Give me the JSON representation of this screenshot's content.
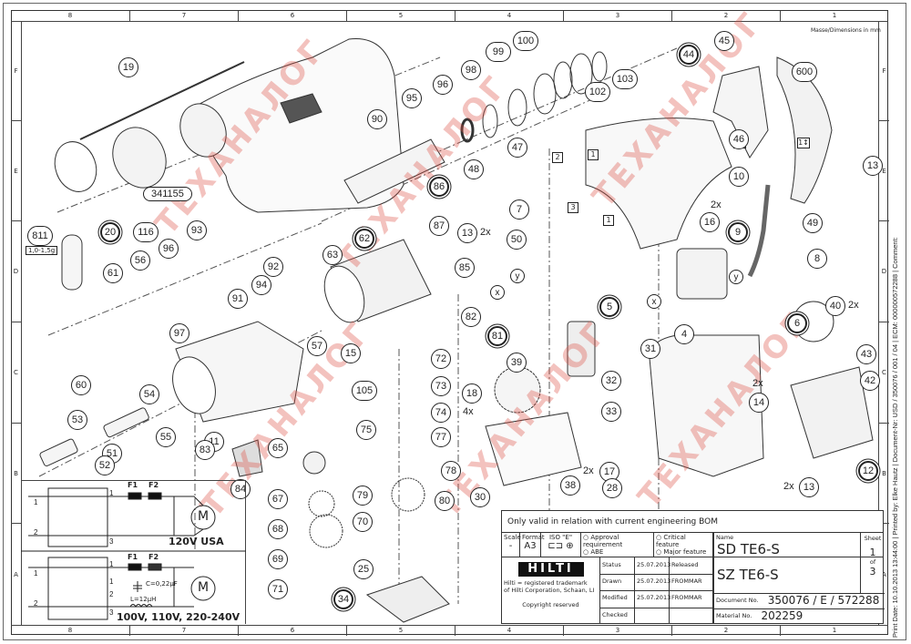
{
  "sheet": {
    "dimensions_note": "Masse/Dimensions in mm",
    "columns": [
      "8",
      "7",
      "6",
      "5",
      "4",
      "3",
      "2",
      "1"
    ],
    "rows": [
      "F",
      "E",
      "D",
      "C",
      "B",
      "A"
    ],
    "validity_note": "Only valid in relation with current engineering BOM",
    "print_info": "Print Date: 10.10.2013 13:44:00 | Printed by: Elke Hautz | Document-Nr: USD / 350076 / 001 / 04 | ECM: 000000572288 | Comment:"
  },
  "title_block": {
    "scale_label": "Scale",
    "scale_value": "-",
    "format_label": "Format",
    "format_value": "A3",
    "iso_label": "ISO \"E\"",
    "approval_requirement": "Approval requirement",
    "abe": "ABE",
    "critical_feature": "Critical feature",
    "major_feature": "Major feature",
    "name_label": "Name",
    "name_line1": "SD TE6-S",
    "name_line2": "SZ TE6-S",
    "sheet_label": "Sheet",
    "sheet_number": "1",
    "sheet_of": "of",
    "sheet_total": "3",
    "logo": "HILTI",
    "trademark_line1": "Hilti = registered trademark",
    "trademark_line2": "of Hilti Corporation, Schaan, LI",
    "copyright": "Copyright reserved",
    "history": [
      {
        "label": "Status",
        "date": "25.07.2013",
        "value": "Released"
      },
      {
        "label": "Drawn",
        "date": "25.07.2013",
        "value": "FROMMAR"
      },
      {
        "label": "Modified",
        "date": "25.07.2013",
        "value": "FROMMAR"
      },
      {
        "label": "Checked",
        "date": "",
        "value": ""
      }
    ],
    "document_label": "Document No.",
    "document_no": "350076 / E / 572288",
    "material_label": "Material No.",
    "material_no": "202259"
  },
  "schematic": {
    "top": {
      "f1": "F1",
      "f2": "F2",
      "motor": "M",
      "voltage": "120V  USA",
      "pins": [
        "1",
        "2",
        "1",
        "3"
      ]
    },
    "bottom": {
      "f1": "F1",
      "f2": "F2",
      "motor": "M",
      "capacitor": "C=0,22µF",
      "inductor": "L=12µH",
      "voltage": "100V, 110V, 220-240V",
      "pins": [
        "1",
        "2",
        "1",
        "1",
        "2",
        "3"
      ]
    }
  },
  "assembly_label": "341155",
  "grease_label": "1,0-1,5g",
  "connector_tags": [
    "1",
    "2",
    "3",
    "1",
    "2↕",
    "1↕"
  ],
  "wire_tags": [
    "x",
    "y",
    "x",
    "y"
  ],
  "watermark": "ТЕХАНАЛОГ",
  "parts": [
    {
      "n": "19"
    },
    {
      "n": "20",
      "bold": true
    },
    {
      "n": "116"
    },
    {
      "n": "811"
    },
    {
      "n": "61"
    },
    {
      "n": "56"
    },
    {
      "n": "96"
    },
    {
      "n": "93"
    },
    {
      "n": "97"
    },
    {
      "n": "60"
    },
    {
      "n": "91"
    },
    {
      "n": "94"
    },
    {
      "n": "92"
    },
    {
      "n": "90"
    },
    {
      "n": "95"
    },
    {
      "n": "96"
    },
    {
      "n": "98"
    },
    {
      "n": "99"
    },
    {
      "n": "100"
    },
    {
      "n": "102"
    },
    {
      "n": "103"
    },
    {
      "n": "47"
    },
    {
      "n": "48"
    },
    {
      "n": "86",
      "bold": true
    },
    {
      "n": "87"
    },
    {
      "n": "13",
      "qty": "2x"
    },
    {
      "n": "7"
    },
    {
      "n": "50"
    },
    {
      "n": "62",
      "bold": true
    },
    {
      "n": "63"
    },
    {
      "n": "85"
    },
    {
      "n": "82"
    },
    {
      "n": "81",
      "bold": true
    },
    {
      "n": "15"
    },
    {
      "n": "57"
    },
    {
      "n": "105"
    },
    {
      "n": "72"
    },
    {
      "n": "73"
    },
    {
      "n": "74"
    },
    {
      "n": "77"
    },
    {
      "n": "75"
    },
    {
      "n": "78"
    },
    {
      "n": "54"
    },
    {
      "n": "53"
    },
    {
      "n": "55"
    },
    {
      "n": "11"
    },
    {
      "n": "51"
    },
    {
      "n": "52"
    },
    {
      "n": "83"
    },
    {
      "n": "84"
    },
    {
      "n": "65"
    },
    {
      "n": "67"
    },
    {
      "n": "68"
    },
    {
      "n": "69"
    },
    {
      "n": "71"
    },
    {
      "n": "70"
    },
    {
      "n": "79"
    },
    {
      "n": "80"
    },
    {
      "n": "25"
    },
    {
      "n": "34",
      "bold": true
    },
    {
      "n": "18",
      "qty": "4x"
    },
    {
      "n": "39"
    },
    {
      "n": "30"
    },
    {
      "n": "5",
      "bold": true
    },
    {
      "n": "32"
    },
    {
      "n": "33"
    },
    {
      "n": "38"
    },
    {
      "n": "17",
      "qty": "2x"
    },
    {
      "n": "28"
    },
    {
      "n": "31"
    },
    {
      "n": "44",
      "bold": true
    },
    {
      "n": "45"
    },
    {
      "n": "600"
    },
    {
      "n": "46"
    },
    {
      "n": "10"
    },
    {
      "n": "13"
    },
    {
      "n": "49"
    },
    {
      "n": "16",
      "qty": "2x"
    },
    {
      "n": "9",
      "bold": true
    },
    {
      "n": "8"
    },
    {
      "n": "4"
    },
    {
      "n": "40",
      "qty": "2x"
    },
    {
      "n": "6",
      "bold": true
    },
    {
      "n": "43"
    },
    {
      "n": "42"
    },
    {
      "n": "14",
      "qty": "2x"
    },
    {
      "n": "12",
      "bold": true
    },
    {
      "n": "13",
      "qty": "2x"
    }
  ]
}
